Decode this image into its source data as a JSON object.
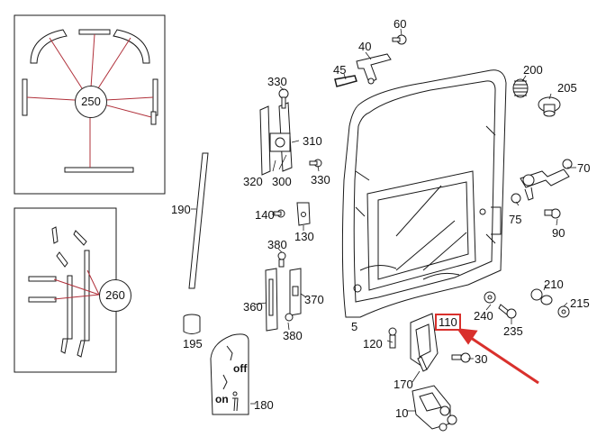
{
  "colors": {
    "line": "#1a1a1a",
    "panel_line": "#b0303a",
    "callout": "#d9302c",
    "part_fill": "#ffffff"
  },
  "sign": {
    "off": "off",
    "on": "on"
  },
  "labels": {
    "p250": "250",
    "p260": "260",
    "p60": "60",
    "p40": "40",
    "p45": "45",
    "p200": "200",
    "p205": "205",
    "p330a": "330",
    "p310": "310",
    "p320": "320",
    "p300": "300",
    "p330b": "330",
    "p70": "70",
    "p190": "190",
    "p140": "140",
    "p130": "130",
    "p75": "75",
    "p90": "90",
    "p380a": "380",
    "p370": "370",
    "p360": "360",
    "p380b": "380",
    "p210": "210",
    "p215": "215",
    "p240": "240",
    "p110": "110",
    "p235": "235",
    "p5": "5",
    "p195": "195",
    "p120": "120",
    "p30": "30",
    "p170": "170",
    "p180": "180",
    "p10": "10"
  }
}
